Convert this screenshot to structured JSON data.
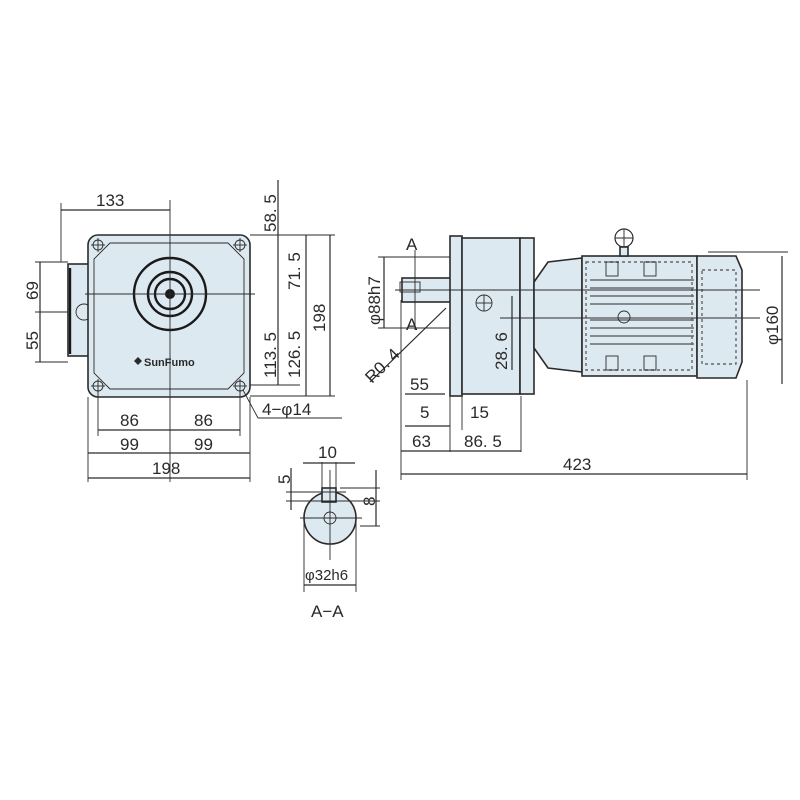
{
  "drawing": {
    "title": "Geared motor dimensional drawing",
    "colors": {
      "body_fill": "#dde9f0",
      "line": "#2a2a2a"
    },
    "front_view": {
      "logo_text": "SunFumo",
      "dims": {
        "top_width": "133",
        "right_58_5": "58. 5",
        "right_71_5": "71. 5",
        "right_113_5": "113. 5",
        "right_126_5": "126. 5",
        "right_198": "198",
        "left_69": "69",
        "left_55": "55",
        "bottom_86_left": "86",
        "bottom_86_right": "86",
        "bottom_99_left": "99",
        "bottom_99_right": "99",
        "bottom_198": "198",
        "holes": "4−φ14"
      }
    },
    "side_view": {
      "dims": {
        "section_a_top": "A",
        "section_a_bottom": "A",
        "shaft_dia": "φ88h7",
        "radius": "R0. 4",
        "shaft_offset": "28. 6",
        "d55": "55",
        "d5": "5",
        "d15": "15",
        "d63": "63",
        "d86_5": "86. 5",
        "overall_length": "423",
        "motor_dia": "φ160"
      }
    },
    "section_view": {
      "title": "A−A",
      "dims": {
        "key_width": "10",
        "key_depth": "5",
        "key_height": "8",
        "shaft_dia": "φ32h6"
      }
    }
  }
}
